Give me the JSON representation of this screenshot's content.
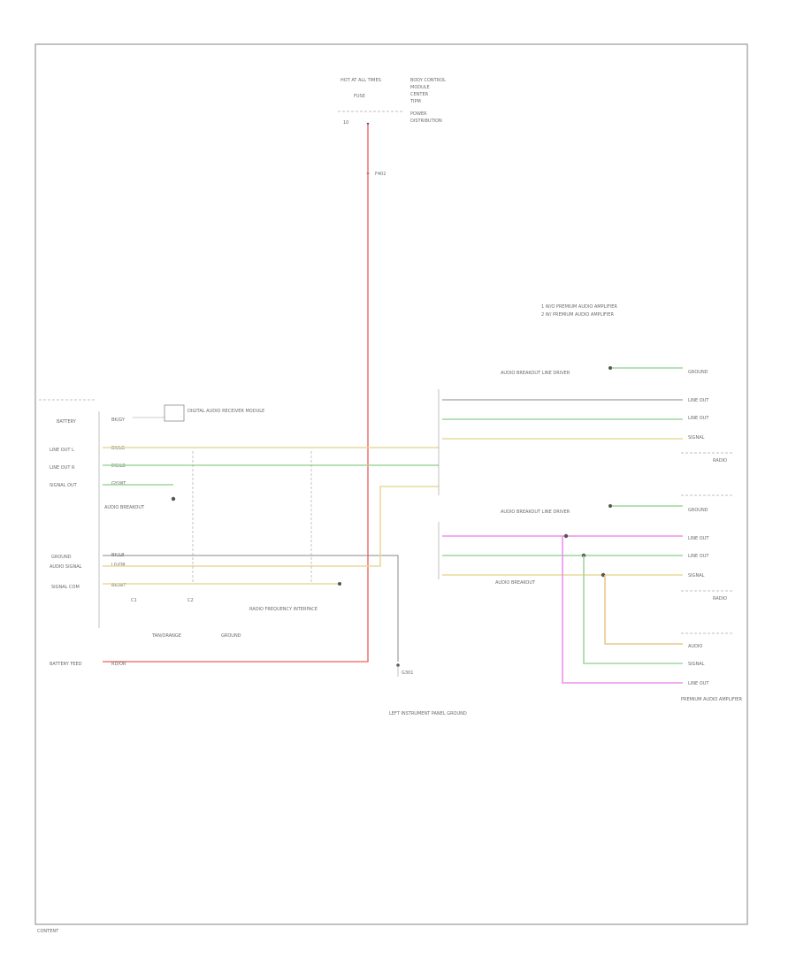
{
  "top_feed": {
    "fuse_header": "HOT AT ALL TIMES",
    "fuse_notes": [
      "BODY CONTROL",
      "MODULE",
      "CENTER",
      "TIPM",
      "POWER",
      "DISTRIBUTION"
    ],
    "fuse_label": "FUSE",
    "ref_label": "10",
    "wire_label": "F402"
  },
  "legend": {
    "line1": "1   W/O PREMIUM AUDIO AMPLIFIER",
    "line2": "2   W/ PREMIUM AUDIO AMPLIFIER"
  },
  "left_block": {
    "pins": [
      "BATTERY",
      "LINE OUT L",
      "LINE OUT R",
      "SIGNAL OUT",
      "GROUND",
      "AUDIO SIGNAL",
      "SIGNAL COM",
      "BATTERY FEED"
    ],
    "wire_codes": [
      "BK/GY",
      "BK/LG",
      "DG/LB",
      "GY/WT",
      "BK/LB",
      "LG/OR",
      "BK/WT",
      "RD/OR"
    ],
    "component_name": "DIGITAL AUDIO RECEIVER MODULE",
    "relay_note": "RADIO FREQUENCY INTERFACE",
    "splice_note": "AUDIO BREAKOUT",
    "bottom_notes": [
      "C1",
      "C2",
      "TAN/ORANGE",
      "GROUND"
    ],
    "wire_colors": {
      "red": "#ee7a7a",
      "yellow": "#e8da9a",
      "green": "#9ed79e",
      "tan": "#e9c890"
    }
  },
  "ground": {
    "label": "G301",
    "note": "LEFT INSTRUMENT PANEL GROUND"
  },
  "right_upper": {
    "title": "AUDIO BREAKOUT LINE DRIVER",
    "outputs": [
      "LINE OUT",
      "LINE OUT",
      "SIGNAL",
      "GROUND"
    ],
    "module_name": "RADIO"
  },
  "right_lower": {
    "title": "AUDIO BREAKOUT LINE DRIVER",
    "outputs": [
      "LINE OUT",
      "LINE OUT",
      "SIGNAL",
      "GROUND"
    ],
    "module_name": "RADIO",
    "amp_outputs": [
      "AUDIO",
      "SIGNAL",
      "LINE OUT"
    ],
    "amp_name": "PREMIUM AUDIO AMPLIFIER",
    "wire_colors": {
      "magenta": "#ee90ee"
    }
  },
  "footer": {
    "label": "CONTENT"
  }
}
